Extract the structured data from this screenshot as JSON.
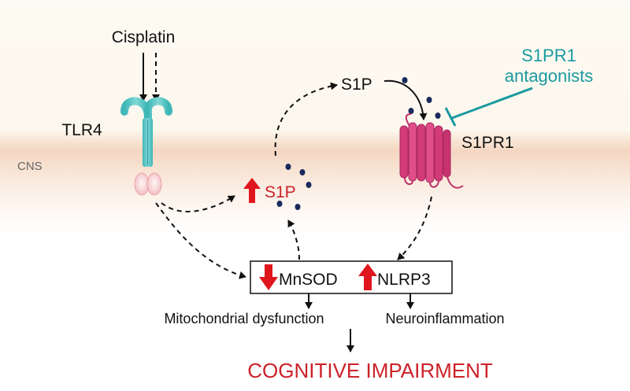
{
  "labels": {
    "cisplatin": "Cisplatin",
    "tlr4": "TLR4",
    "cns": "CNS",
    "s1p_top": "S1P",
    "s1p_mid": "S1P",
    "s1pr1": "S1PR1",
    "antagonists_line1": "S1PR1",
    "antagonists_line2": "antagonists",
    "mnsod": "MnSOD",
    "nlrp3": "NLRP3",
    "mito": "Mitochondrial dysfunction",
    "neuro": "Neuroinflammation",
    "outcome": "COGNITIVE IMPAIRMENT"
  },
  "colors": {
    "ink": "#111111",
    "teal_antagonist": "#1a9aa0",
    "tlr4_fill": "#5cc7c7",
    "receptor_magenta": "#d33a78",
    "red_arrow": "#e0161e",
    "outcome_red": "#cc2229",
    "dot_navy": "#1b2a5c",
    "cns_text": "#666666"
  }
}
